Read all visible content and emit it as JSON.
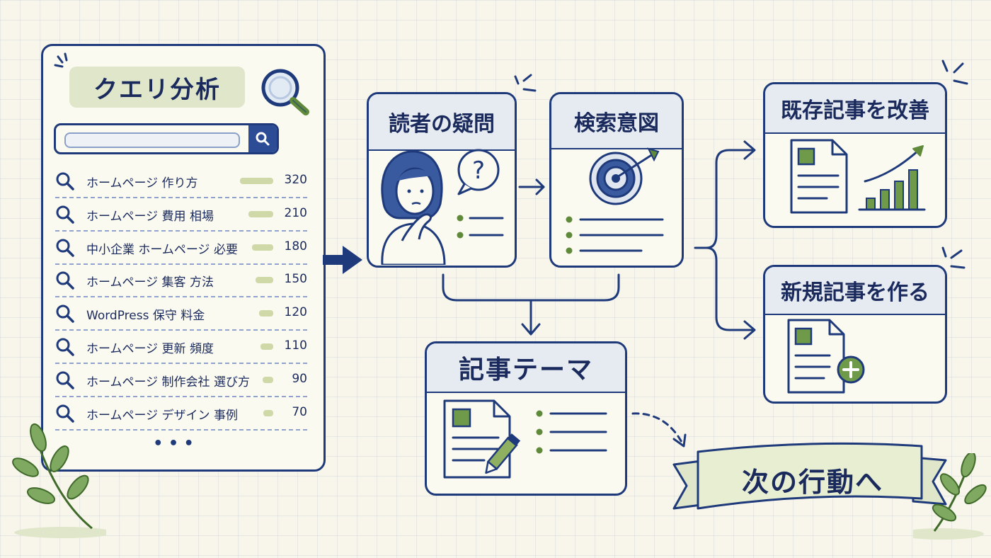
{
  "query_panel": {
    "title": "クエリ分析",
    "queries": [
      {
        "text": "ホームページ 作り方",
        "count": "320",
        "share": 0.95
      },
      {
        "text": "ホームページ 費用 相場",
        "count": "210",
        "share": 0.7
      },
      {
        "text": "中小企業 ホームページ 必要",
        "count": "180",
        "share": 0.6
      },
      {
        "text": "ホームページ 集客 方法",
        "count": "150",
        "share": 0.5
      },
      {
        "text": "WordPress 保守 料金",
        "count": "120",
        "share": 0.4
      },
      {
        "text": "ホームページ 更新 頻度",
        "count": "110",
        "share": 0.36
      },
      {
        "text": "ホームページ 制作会社 選び方",
        "count": "90",
        "share": 0.3
      },
      {
        "text": "ホームページ デザイン 事例",
        "count": "70",
        "share": 0.24
      }
    ],
    "more": "• • •"
  },
  "reader_question": {
    "title": "読者の疑問",
    "symbol": "?"
  },
  "search_intent": {
    "title": "検索意図"
  },
  "article_theme": {
    "title": "記事テーマ"
  },
  "improve_existing": {
    "title": "既存記事を改善"
  },
  "create_new": {
    "title": "新規記事を作る"
  },
  "next_action": {
    "label": "次の行動へ"
  },
  "colors": {
    "navy": "#1f3a7a",
    "header_fill": "#e6ebf1",
    "accent_green": "#5f8a3a",
    "title_fill": "#dfe6c9",
    "background": "#f8f6ea"
  }
}
